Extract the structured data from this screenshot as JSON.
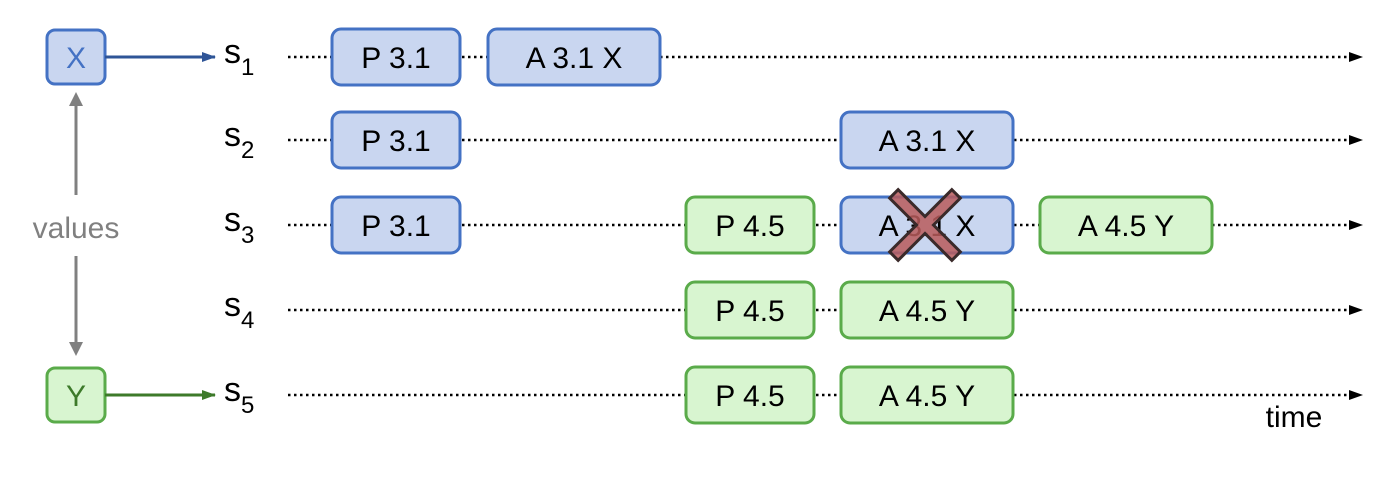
{
  "colors": {
    "blue_fill": "#c9d6f0",
    "blue_stroke": "#4472c4",
    "blue_arrow": "#2f5597",
    "green_fill": "#d8f5d0",
    "green_stroke": "#5aab4a",
    "green_arrow": "#3d7a2a",
    "grey": "#808080",
    "cross_fill": "#b85c5c",
    "cross_stroke": "#3a2a2a"
  },
  "values_label": "values",
  "time_label": "time",
  "value_x": {
    "label": "X",
    "color": "blue"
  },
  "value_y": {
    "label": "Y",
    "color": "green"
  },
  "servers": [
    {
      "name": "s",
      "sub": "1",
      "messages": [
        {
          "label": "P 3.1",
          "color": "blue",
          "col": "p_early"
        },
        {
          "label": "A 3.1 X",
          "color": "blue",
          "col": "a_early"
        }
      ]
    },
    {
      "name": "s",
      "sub": "2",
      "messages": [
        {
          "label": "P 3.1",
          "color": "blue",
          "col": "p_early"
        },
        {
          "label": "A 3.1 X",
          "color": "blue",
          "col": "a_mid"
        }
      ]
    },
    {
      "name": "s",
      "sub": "3",
      "messages": [
        {
          "label": "P 3.1",
          "color": "blue",
          "col": "p_early"
        },
        {
          "label": "P 4.5",
          "color": "green",
          "col": "p_mid"
        },
        {
          "label": "A 3.1 X",
          "color": "blue",
          "col": "a_mid",
          "rejected": true
        },
        {
          "label": "A 4.5 Y",
          "color": "green",
          "col": "a_late"
        }
      ]
    },
    {
      "name": "s",
      "sub": "4",
      "messages": [
        {
          "label": "P 4.5",
          "color": "green",
          "col": "p_mid"
        },
        {
          "label": "A 4.5 Y",
          "color": "green",
          "col": "a_mid"
        }
      ]
    },
    {
      "name": "s",
      "sub": "5",
      "messages": [
        {
          "label": "P 4.5",
          "color": "green",
          "col": "p_mid"
        },
        {
          "label": "A 4.5 Y",
          "color": "green",
          "col": "a_mid"
        }
      ]
    }
  ]
}
